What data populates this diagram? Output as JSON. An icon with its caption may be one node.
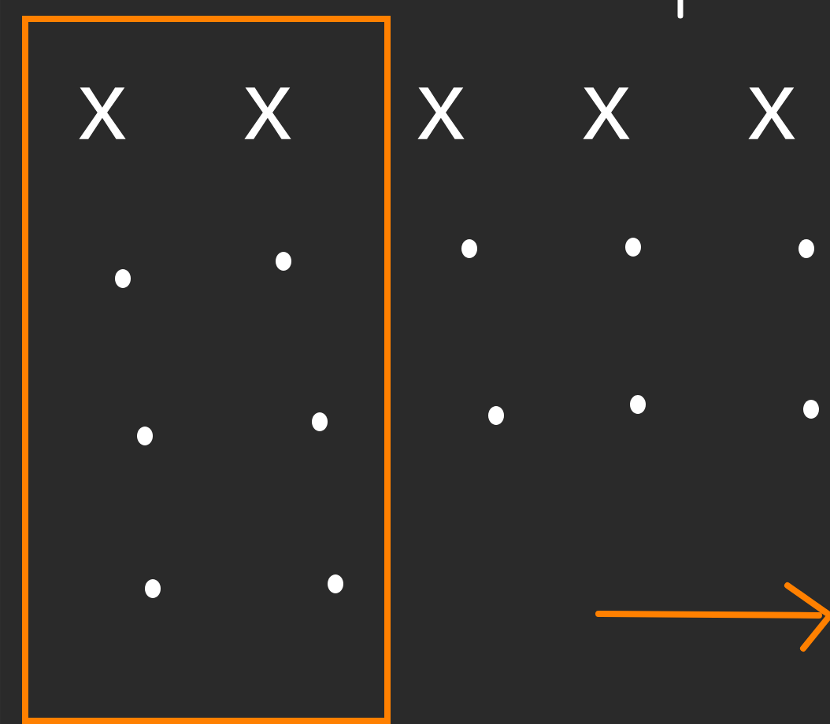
{
  "diagram": {
    "nodes": [
      {
        "text": [],
        "shape": "box"
      }
    ],
    "labels": [
      "x",
      "x",
      "x",
      "x",
      "x"
    ]
  }
}
